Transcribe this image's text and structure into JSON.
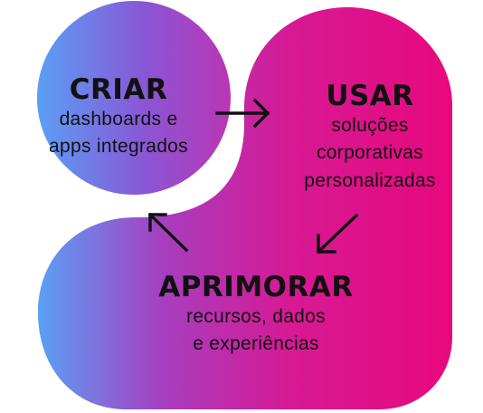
{
  "colors": {
    "gradient_start": "#5aa0f5",
    "gradient_mid": "#a63fbf",
    "gradient_end": "#e8087c",
    "text": "#111111",
    "arrow": "#111111"
  },
  "steps": [
    {
      "title": "CRIAR",
      "line1": "dashboards e",
      "line2": "apps integrados",
      "line3": ""
    },
    {
      "title": "USAR",
      "line1": "soluções",
      "line2": "corporativas",
      "line3": "personalizadas"
    },
    {
      "title": "APRIMORAR",
      "line1": "recursos, dados",
      "line2": "e experiências",
      "line3": ""
    }
  ],
  "arrows": [
    {
      "name": "arrow-right-icon",
      "from": "CRIAR",
      "to": "USAR"
    },
    {
      "name": "arrow-down-left-icon",
      "from": "USAR",
      "to": "APRIMORAR"
    },
    {
      "name": "arrow-up-left-icon",
      "from": "APRIMORAR",
      "to": "CRIAR"
    }
  ]
}
